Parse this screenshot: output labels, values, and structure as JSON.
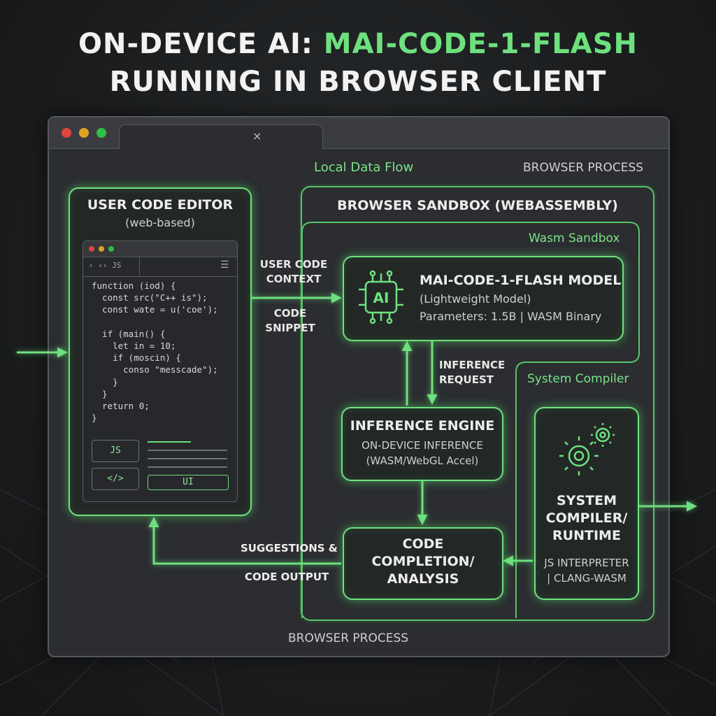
{
  "title": {
    "line1_prefix": "ON-DEVICE AI: ",
    "line1_highlight": "MAI-CODE-1-FLASH",
    "line2": "RUNNING IN BROWSER CLIENT"
  },
  "window": {
    "tab_close": "×",
    "dot_colors": [
      "#e0443e",
      "#dea123",
      "#2fbe46"
    ]
  },
  "labels": {
    "local_data_flow": "Local Data Flow",
    "browser_process_top": "BROWSER PROCESS",
    "browser_process_bottom": "BROWSER PROCESS",
    "browser_sandbox": "BROWSER SANDBOX (WEBASSEMBLY)",
    "wasm_sandbox": "Wasm Sandbox",
    "system_compiler": "System Compiler",
    "user_code_context_1": "USER CODE",
    "user_code_context_2": "CONTEXT",
    "code_snippet_1": "CODE",
    "code_snippet_2": "SNIPPET",
    "inference_request_1": "INFERENCE",
    "inference_request_2": "REQUEST",
    "suggestions_1": "SUGGESTIONS &",
    "suggestions_2": "CODE OUTPUT"
  },
  "editor": {
    "title": "USER CODE EDITOR",
    "subtitle": "(web-based)",
    "tab_label": "‹  ‹›  JS",
    "menu_icon": "☰",
    "code": [
      "function (iod) {",
      "  const src(\"C++ is\");",
      "  const wate = u('coe');",
      "",
      "  if (main() {",
      "    let in = 10;",
      "    if (moscin) {",
      "      conso \"messcade\");",
      "    }",
      "  }",
      "  return 0;",
      "}"
    ],
    "btn_js": "JS",
    "btn_code": "</>",
    "btn_ui": "UI"
  },
  "model": {
    "icon_text": "AI",
    "title": "MAI-CODE-1-FLASH MODEL",
    "subtitle": "(Lightweight Model)",
    "params": "Parameters: 1.5B | WASM Binary"
  },
  "engine": {
    "title": "INFERENCE ENGINE",
    "line1": "ON-DEVICE INFERENCE",
    "line2": "(WASM/WebGL Accel)"
  },
  "completion": {
    "line1": "CODE",
    "line2": "COMPLETION/",
    "line3": "ANALYSIS"
  },
  "compiler": {
    "line1": "SYSTEM",
    "line2": "COMPILER/",
    "line3": "RUNTIME",
    "sub1": "JS INTERPRETER",
    "sub2": "| CLANG-WASM"
  },
  "colors": {
    "accent": "#6ee07e",
    "background": "#1b1d1f",
    "window": "#2b2d30"
  }
}
